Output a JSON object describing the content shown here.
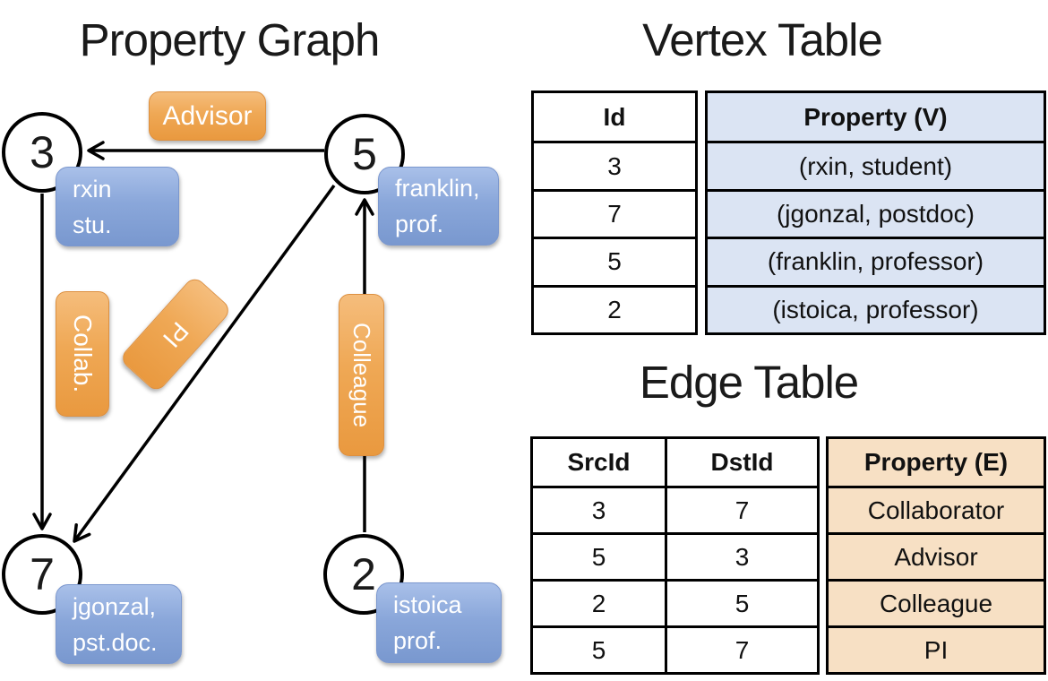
{
  "left_panel": {
    "title": "Property Graph",
    "nodes": [
      {
        "id": "3",
        "label": [
          "rxin",
          "stu."
        ]
      },
      {
        "id": "5",
        "label": [
          "franklin,",
          "prof."
        ]
      },
      {
        "id": "7",
        "label": [
          "jgonzal,",
          "pst.doc."
        ]
      },
      {
        "id": "2",
        "label": [
          "istoica",
          "prof."
        ]
      }
    ],
    "edges": [
      {
        "label": "Advisor",
        "from": "5",
        "to": "3"
      },
      {
        "label": "Collab.",
        "from": "3",
        "to": "7"
      },
      {
        "label": "PI",
        "from": "5",
        "to": "7"
      },
      {
        "label": "Colleague",
        "from": "2",
        "to": "5"
      }
    ]
  },
  "vertex_table": {
    "title": "Vertex Table",
    "columns": [
      "Id",
      "Property (V)"
    ],
    "rows": [
      [
        "3",
        "(rxin, student)"
      ],
      [
        "7",
        "(jgonzal, postdoc)"
      ],
      [
        "5",
        "(franklin, professor)"
      ],
      [
        "2",
        "(istoica, professor)"
      ]
    ]
  },
  "edge_table": {
    "title": "Edge Table",
    "columns": [
      "SrcId",
      "DstId",
      "Property (E)"
    ],
    "rows": [
      [
        "3",
        "7",
        "Collaborator"
      ],
      [
        "5",
        "3",
        "Advisor"
      ],
      [
        "2",
        "5",
        "Colleague"
      ],
      [
        "5",
        "7",
        "PI"
      ]
    ]
  },
  "colors": {
    "edge_label_orange": "#efa855",
    "vertex_label_blue": "#8aa7da",
    "vertex_property_fill": "#dbe4f3",
    "edge_property_fill": "#f7e0c4",
    "line_black": "#000000",
    "label_text": "#ffffff"
  }
}
